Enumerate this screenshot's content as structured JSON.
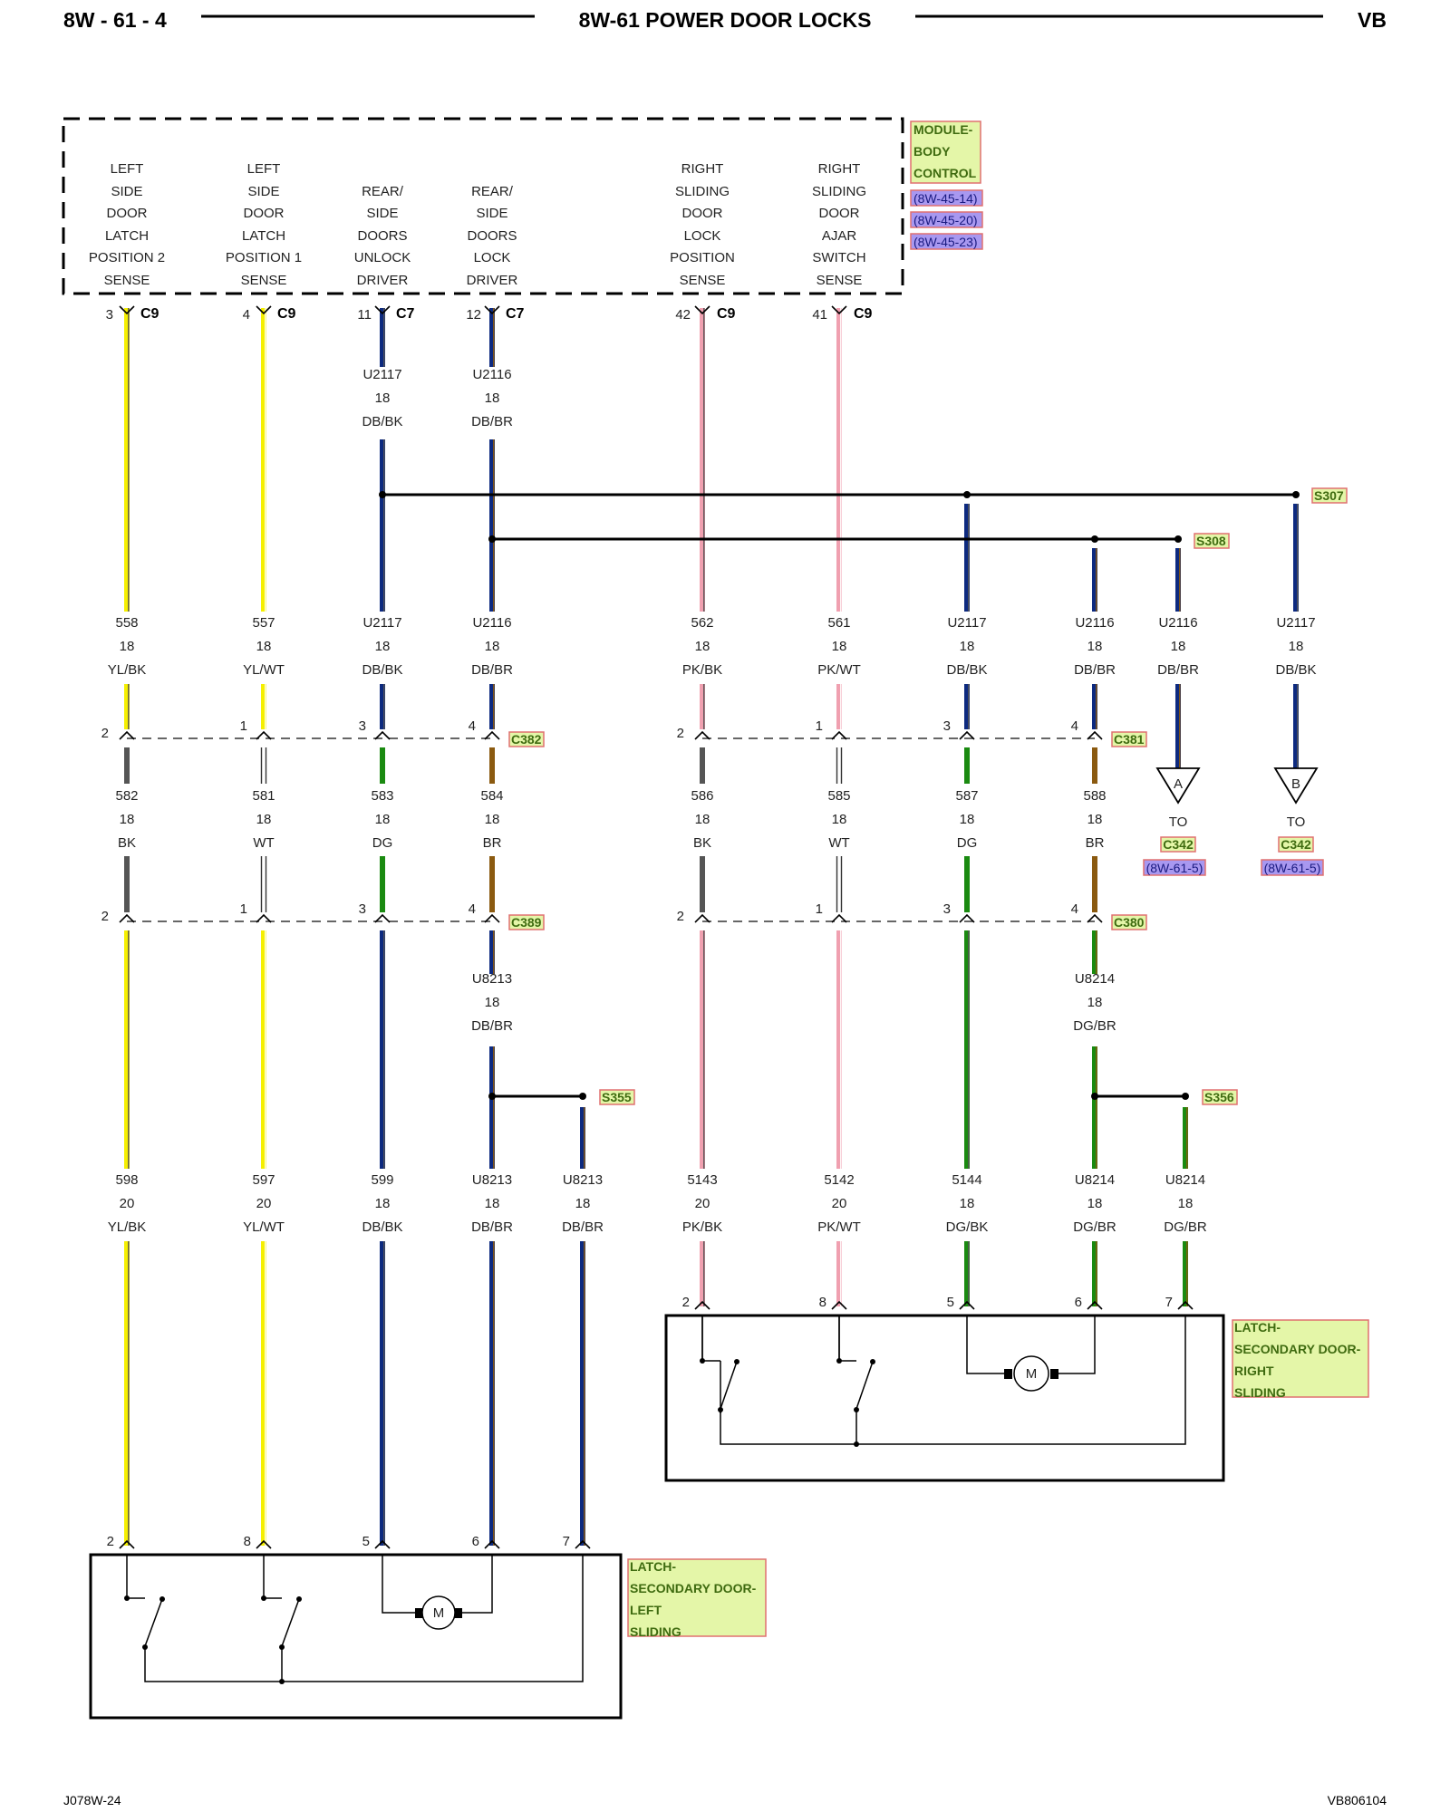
{
  "header": {
    "left": "8W - 61 - 4",
    "title": "8W-61 POWER DOOR LOCKS",
    "right": "VB"
  },
  "footer": {
    "left": "J078W-24",
    "right": "VB806104"
  },
  "colors": {
    "YL": "#f5ef00",
    "BK": "#555555",
    "WT": "#ffffff",
    "DB": "#0d2a80",
    "DG": "#1a8a10",
    "BR": "#8b5a10",
    "PK": "#f0a0b0",
    "box_fill": "#e4f6a8",
    "box_border": "#e07070",
    "ref_fill": "#a898f0"
  },
  "module": {
    "labels": [
      "MODULE-",
      "BODY",
      "CONTROL"
    ],
    "refs": [
      "(8W-45-14)",
      "(8W-45-20)",
      "(8W-45-23)"
    ],
    "pins": [
      {
        "lines": [
          "LEFT",
          "SIDE",
          "DOOR",
          "LATCH",
          "POSITION 2",
          "SENSE"
        ],
        "pin": "3",
        "conn": "C9"
      },
      {
        "lines": [
          "LEFT",
          "SIDE",
          "DOOR",
          "LATCH",
          "POSITION 1",
          "SENSE"
        ],
        "pin": "4",
        "conn": "C9"
      },
      {
        "lines": [
          "REAR/",
          "SIDE",
          "DOORS",
          "UNLOCK",
          "DRIVER"
        ],
        "pin": "11",
        "conn": "C7"
      },
      {
        "lines": [
          "REAR/",
          "SIDE",
          "DOORS",
          "LOCK",
          "DRIVER"
        ],
        "pin": "12",
        "conn": "C7"
      },
      {
        "lines": [
          "RIGHT",
          "SLIDING",
          "DOOR",
          "LOCK",
          "POSITION",
          "SENSE"
        ],
        "pin": "42",
        "conn": "C9"
      },
      {
        "lines": [
          "RIGHT",
          "SLIDING",
          "DOOR",
          "AJAR",
          "SWITCH",
          "SENSE"
        ],
        "pin": "41",
        "conn": "C9"
      }
    ]
  },
  "wire_labels": [
    {
      "circuit": "U2117",
      "gauge": "18",
      "color": "DB/BK"
    },
    {
      "circuit": "U2116",
      "gauge": "18",
      "color": "DB/BR"
    },
    {
      "circuit": "558",
      "gauge": "18",
      "color": "YL/BK"
    },
    {
      "circuit": "557",
      "gauge": "18",
      "color": "YL/WT"
    },
    {
      "circuit": "U2117",
      "gauge": "18",
      "color": "DB/BK"
    },
    {
      "circuit": "U2116",
      "gauge": "18",
      "color": "DB/BR"
    },
    {
      "circuit": "562",
      "gauge": "18",
      "color": "PK/BK"
    },
    {
      "circuit": "561",
      "gauge": "18",
      "color": "PK/WT"
    },
    {
      "circuit": "U2117",
      "gauge": "18",
      "color": "DB/BK"
    },
    {
      "circuit": "U2116",
      "gauge": "18",
      "color": "DB/BR"
    },
    {
      "circuit": "U2116",
      "gauge": "18",
      "color": "DB/BR"
    },
    {
      "circuit": "U2117",
      "gauge": "18",
      "color": "DB/BK"
    },
    {
      "circuit": "582",
      "gauge": "18",
      "color": "BK"
    },
    {
      "circuit": "581",
      "gauge": "18",
      "color": "WT"
    },
    {
      "circuit": "583",
      "gauge": "18",
      "color": "DG"
    },
    {
      "circuit": "584",
      "gauge": "18",
      "color": "BR"
    },
    {
      "circuit": "586",
      "gauge": "18",
      "color": "BK"
    },
    {
      "circuit": "585",
      "gauge": "18",
      "color": "WT"
    },
    {
      "circuit": "587",
      "gauge": "18",
      "color": "DG"
    },
    {
      "circuit": "588",
      "gauge": "18",
      "color": "BR"
    },
    {
      "circuit": "U8213",
      "gauge": "18",
      "color": "DB/BR"
    },
    {
      "circuit": "U8214",
      "gauge": "18",
      "color": "DG/BR"
    },
    {
      "circuit": "598",
      "gauge": "20",
      "color": "YL/BK"
    },
    {
      "circuit": "597",
      "gauge": "20",
      "color": "YL/WT"
    },
    {
      "circuit": "599",
      "gauge": "18",
      "color": "DB/BK"
    },
    {
      "circuit": "U8213",
      "gauge": "18",
      "color": "DB/BR"
    },
    {
      "circuit": "U8213",
      "gauge": "18",
      "color": "DB/BR"
    },
    {
      "circuit": "5143",
      "gauge": "20",
      "color": "PK/BK"
    },
    {
      "circuit": "5142",
      "gauge": "20",
      "color": "PK/WT"
    },
    {
      "circuit": "5144",
      "gauge": "18",
      "color": "DG/BK"
    },
    {
      "circuit": "U8214",
      "gauge": "18",
      "color": "DG/BR"
    },
    {
      "circuit": "U8214",
      "gauge": "18",
      "color": "DG/BR"
    }
  ],
  "splices": [
    "S307",
    "S308",
    "S355",
    "S356"
  ],
  "connectors": [
    {
      "name": "C382",
      "pins": [
        "2",
        "1",
        "3",
        "4"
      ]
    },
    {
      "name": "C381",
      "pins": [
        "2",
        "1",
        "3",
        "4"
      ]
    },
    {
      "name": "C389",
      "pins": [
        "2",
        "1",
        "3",
        "4"
      ]
    },
    {
      "name": "C380",
      "pins": [
        "2",
        "1",
        "3",
        "4"
      ]
    }
  ],
  "offpage": [
    {
      "letter": "A",
      "to": "TO",
      "conn": "C342",
      "ref": "(8W-61-5)"
    },
    {
      "letter": "B",
      "to": "TO",
      "conn": "C342",
      "ref": "(8W-61-5)"
    }
  ],
  "latch_right": {
    "labels": [
      "LATCH-",
      "SECONDARY DOOR-",
      "RIGHT",
      "SLIDING"
    ],
    "pins": [
      "2",
      "8",
      "5",
      "6",
      "7"
    ],
    "motor": "M"
  },
  "latch_left": {
    "labels": [
      "LATCH-",
      "SECONDARY DOOR-",
      "LEFT",
      "SLIDING"
    ],
    "pins": [
      "2",
      "8",
      "5",
      "6",
      "7"
    ],
    "motor": "M"
  }
}
